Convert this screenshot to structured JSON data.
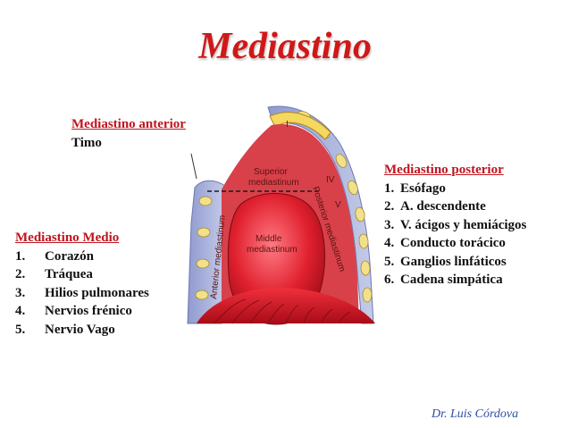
{
  "title": "Mediastino",
  "anterior": {
    "heading": "Mediastino anterior",
    "item": "Timo"
  },
  "medio": {
    "heading": "Mediastino Medio",
    "items": [
      {
        "num": "1.",
        "text": "Corazón"
      },
      {
        "num": "2.",
        "text": "Tráquea"
      },
      {
        "num": "3.",
        "text": "Hilios pulmonares"
      },
      {
        "num": "4.",
        "text": "Nervios frénico"
      },
      {
        "num": "5.",
        "text": "Nervio Vago"
      }
    ]
  },
  "posterior": {
    "heading": "Mediastino posterior",
    "items": [
      {
        "num": "1.",
        "text": "Esófago"
      },
      {
        "num": "2.",
        "text": "A. descendente"
      },
      {
        "num": "3.",
        "text": "V. ácigos y hemiácigos"
      },
      {
        "num": "4.",
        "text": "Conducto torácico"
      },
      {
        "num": "5.",
        "text": "Ganglios linfáticos"
      },
      {
        "num": "6.",
        "text": "Cadena simpática"
      }
    ]
  },
  "diagram": {
    "superior_1": "Superior",
    "superior_2": "mediastinum",
    "middle_1": "Middle",
    "middle_2": "mediastinum",
    "anterior": "Anterior mediastinum",
    "posterior": "Posterior mediastinum",
    "rib_1": "I",
    "rib_4": "IV",
    "rib_5": "V"
  },
  "author": "Dr. Luis Córdova",
  "colors": {
    "title": "#d01818",
    "heading": "#c0141e",
    "author": "#2b4ea0",
    "tissue": "#d8414a"
  }
}
